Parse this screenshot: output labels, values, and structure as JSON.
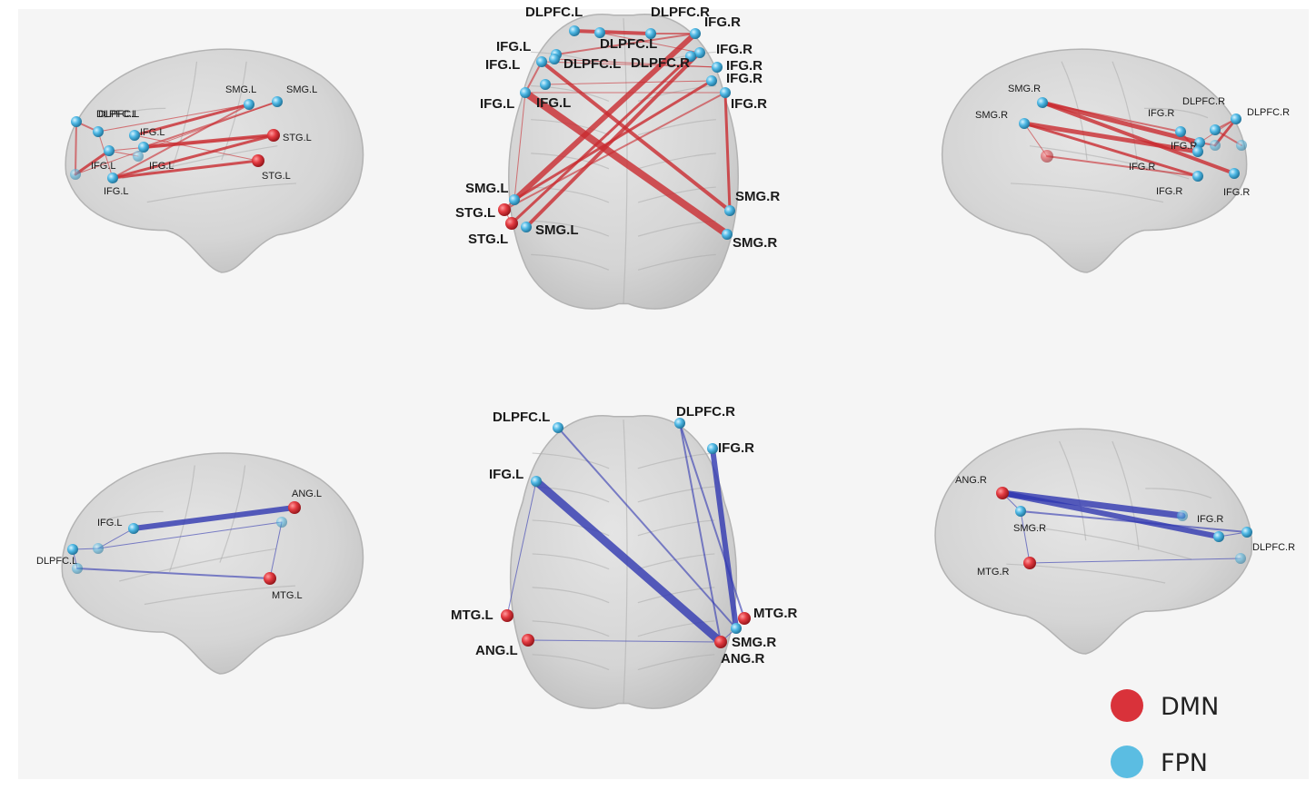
{
  "colors": {
    "dmn": "#d9323a",
    "fpn": "#5bbde2",
    "red_edge": "#c92a2f",
    "blue_edge": "#3037b0",
    "brain_fill": "#d0d0d0",
    "brain_stroke": "#b3b3b3",
    "background": "#f4f4f4"
  },
  "legend": [
    {
      "label": "DMN",
      "network": "dmn"
    },
    {
      "label": "FPN",
      "network": "fpn"
    }
  ],
  "panels": [
    {
      "id": "top-left",
      "view": "lateral-left",
      "edge_color": "red",
      "label_size": "s",
      "nodes": [
        {
          "id": "n1",
          "label": "DLPFC.L",
          "net": "fpn"
        },
        {
          "id": "n2",
          "label": "DLPFC.L",
          "net": "fpn"
        },
        {
          "id": "n3",
          "label": "IFG.L",
          "net": "fpn"
        },
        {
          "id": "n4",
          "label": "IFG.L",
          "net": "fpn"
        },
        {
          "id": "n5",
          "label": "IFG.L",
          "net": "fpn"
        },
        {
          "id": "n6",
          "label": "IFG.L",
          "net": "fpn"
        },
        {
          "id": "n7",
          "label": "SMG.L",
          "net": "fpn"
        },
        {
          "id": "n8",
          "label": "SMG.L",
          "net": "fpn"
        },
        {
          "id": "n9",
          "label": "STG.L",
          "net": "dmn"
        },
        {
          "id": "n10",
          "label": "STG.L",
          "net": "dmn"
        },
        {
          "id": "n11",
          "label": "",
          "net": "fpn"
        },
        {
          "id": "n12",
          "label": "",
          "net": "fpn"
        }
      ],
      "edges": [
        {
          "a": "n5",
          "b": "n9",
          "w": 4
        },
        {
          "a": "n6",
          "b": "n9",
          "w": 3
        },
        {
          "a": "n5",
          "b": "n8",
          "w": 2
        },
        {
          "a": "n4",
          "b": "n7",
          "w": 3
        },
        {
          "a": "n6",
          "b": "n10",
          "w": 3
        },
        {
          "a": "n3",
          "b": "n9",
          "w": 1
        },
        {
          "a": "n11",
          "b": "n8",
          "w": 1
        },
        {
          "a": "n2",
          "b": "n7",
          "w": 1
        },
        {
          "a": "n4",
          "b": "n10",
          "w": 1
        },
        {
          "a": "n3",
          "b": "n12",
          "w": 1
        },
        {
          "a": "n1",
          "b": "n2",
          "w": 2
        },
        {
          "a": "n1",
          "b": "n11",
          "w": 2
        },
        {
          "a": "n11",
          "b": "n3",
          "w": 3
        },
        {
          "a": "n2",
          "b": "n6",
          "w": 1
        },
        {
          "a": "n6",
          "b": "n7",
          "w": 2
        }
      ]
    },
    {
      "id": "top-center",
      "view": "dorsal",
      "edge_color": "red",
      "label_size": "m",
      "nodes": [
        {
          "id": "a1",
          "label": "DLPFC.L",
          "net": "fpn"
        },
        {
          "id": "a2",
          "label": "DLPFC.R",
          "net": "fpn"
        },
        {
          "id": "a3",
          "label": "IFG.R",
          "net": "fpn"
        },
        {
          "id": "a4",
          "label": "DLPFC.L",
          "net": "fpn"
        },
        {
          "id": "a5",
          "label": "IFG.L",
          "net": "fpn"
        },
        {
          "id": "a6",
          "label": "IFG.R",
          "net": "fpn"
        },
        {
          "id": "a7",
          "label": "IFG.L",
          "net": "fpn"
        },
        {
          "id": "a8",
          "label": "DLPFC.L",
          "net": "fpn"
        },
        {
          "id": "a9",
          "label": "DLPFC.R",
          "net": "fpn"
        },
        {
          "id": "a10",
          "label": "IFG.R",
          "net": "fpn"
        },
        {
          "id": "a11",
          "label": "IFG.R",
          "net": "fpn"
        },
        {
          "id": "a12",
          "label": "IFG.L",
          "net": "fpn"
        },
        {
          "id": "a13",
          "label": "IFG.L",
          "net": "fpn"
        },
        {
          "id": "a14",
          "label": "IFG.R",
          "net": "fpn"
        },
        {
          "id": "a15",
          "label": "SMG.L",
          "net": "fpn"
        },
        {
          "id": "a16",
          "label": "STG.L",
          "net": "dmn"
        },
        {
          "id": "a17",
          "label": "STG.L",
          "net": "dmn"
        },
        {
          "id": "a18",
          "label": "SMG.L",
          "net": "fpn"
        },
        {
          "id": "a19",
          "label": "SMG.R",
          "net": "fpn"
        },
        {
          "id": "a20",
          "label": "SMG.R",
          "net": "fpn"
        }
      ],
      "edges": [
        {
          "a": "a12",
          "b": "a20",
          "w": 8
        },
        {
          "a": "a7",
          "b": "a19",
          "w": 4
        },
        {
          "a": "a3",
          "b": "a15",
          "w": 6
        },
        {
          "a": "a6",
          "b": "a18",
          "w": 4
        },
        {
          "a": "a9",
          "b": "a17",
          "w": 3
        },
        {
          "a": "a11",
          "b": "a15",
          "w": 3
        },
        {
          "a": "a14",
          "b": "a16",
          "w": 2
        },
        {
          "a": "a1",
          "b": "a2",
          "w": 4
        },
        {
          "a": "a2",
          "b": "a3",
          "w": 2
        },
        {
          "a": "a5",
          "b": "a3",
          "w": 2
        },
        {
          "a": "a12",
          "b": "a14",
          "w": 1
        },
        {
          "a": "a7",
          "b": "a10",
          "w": 1
        },
        {
          "a": "a7",
          "b": "a12",
          "w": 2
        },
        {
          "a": "a14",
          "b": "a19",
          "w": 3
        },
        {
          "a": "a15",
          "b": "a16",
          "w": 2
        },
        {
          "a": "a16",
          "b": "a17",
          "w": 1
        },
        {
          "a": "a12",
          "b": "a15",
          "w": 1
        },
        {
          "a": "a4",
          "b": "a6",
          "w": 1
        },
        {
          "a": "a8",
          "b": "a10",
          "w": 1
        },
        {
          "a": "a13",
          "b": "a11",
          "w": 1
        }
      ]
    },
    {
      "id": "top-right",
      "view": "lateral-right",
      "edge_color": "red",
      "label_size": "s",
      "nodes": [
        {
          "id": "b1",
          "label": "SMG.R",
          "net": "fpn"
        },
        {
          "id": "b2",
          "label": "SMG.R",
          "net": "fpn"
        },
        {
          "id": "b3",
          "label": "DLPFC.R",
          "net": "fpn"
        },
        {
          "id": "b4",
          "label": "DLPFC.R",
          "net": "fpn"
        },
        {
          "id": "b5",
          "label": "IFG.R",
          "net": "fpn"
        },
        {
          "id": "b6",
          "label": "IFG.R",
          "net": "fpn"
        },
        {
          "id": "b7",
          "label": "IFG.R",
          "net": "fpn"
        },
        {
          "id": "b8",
          "label": "IFG.R",
          "net": "fpn"
        },
        {
          "id": "b9",
          "label": "IFG.R",
          "net": "fpn"
        },
        {
          "id": "b10",
          "label": "",
          "net": "fpn"
        },
        {
          "id": "b11",
          "label": "",
          "net": "dmn"
        },
        {
          "id": "b12",
          "label": "",
          "net": "fpn"
        }
      ],
      "edges": [
        {
          "a": "b1",
          "b": "b6",
          "w": 5
        },
        {
          "a": "b2",
          "b": "b7",
          "w": 5
        },
        {
          "a": "b1",
          "b": "b9",
          "w": 4
        },
        {
          "a": "b2",
          "b": "b8",
          "w": 3
        },
        {
          "a": "b1",
          "b": "b5",
          "w": 2
        },
        {
          "a": "b11",
          "b": "b8",
          "w": 2
        },
        {
          "a": "b3",
          "b": "b4",
          "w": 2
        },
        {
          "a": "b4",
          "b": "b10",
          "w": 2
        },
        {
          "a": "b3",
          "b": "b12",
          "w": 3
        },
        {
          "a": "b12",
          "b": "b6",
          "w": 2
        },
        {
          "a": "b3",
          "b": "b6",
          "w": 1
        },
        {
          "a": "b5",
          "b": "b7",
          "w": 2
        },
        {
          "a": "b2",
          "b": "b11",
          "w": 1
        }
      ]
    },
    {
      "id": "bottom-left",
      "view": "lateral-left",
      "edge_color": "blue",
      "label_size": "s",
      "nodes": [
        {
          "id": "c1",
          "label": "IFG.L",
          "net": "fpn"
        },
        {
          "id": "c2",
          "label": "DLPFC.L",
          "net": "fpn"
        },
        {
          "id": "c3",
          "label": "",
          "net": "fpn"
        },
        {
          "id": "c4",
          "label": "",
          "net": "fpn"
        },
        {
          "id": "c5",
          "label": "ANG.L",
          "net": "dmn"
        },
        {
          "id": "c6",
          "label": "",
          "net": "fpn"
        },
        {
          "id": "c7",
          "label": "MTG.L",
          "net": "dmn"
        }
      ],
      "edges": [
        {
          "a": "c1",
          "b": "c5",
          "w": 6
        },
        {
          "a": "c3",
          "b": "c6",
          "w": 1
        },
        {
          "a": "c4",
          "b": "c7",
          "w": 2
        },
        {
          "a": "c2",
          "b": "c3",
          "w": 1
        },
        {
          "a": "c2",
          "b": "c4",
          "w": 1
        },
        {
          "a": "c6",
          "b": "c7",
          "w": 1
        },
        {
          "a": "c1",
          "b": "c3",
          "w": 1
        }
      ]
    },
    {
      "id": "bottom-center",
      "view": "dorsal",
      "edge_color": "blue",
      "label_size": "m",
      "nodes": [
        {
          "id": "d1",
          "label": "DLPFC.L",
          "net": "fpn"
        },
        {
          "id": "d2",
          "label": "DLPFC.R",
          "net": "fpn"
        },
        {
          "id": "d3",
          "label": "IFG.R",
          "net": "fpn"
        },
        {
          "id": "d4",
          "label": "IFG.L",
          "net": "fpn"
        },
        {
          "id": "d5",
          "label": "MTG.R",
          "net": "dmn"
        },
        {
          "id": "d6",
          "label": "MTG.L",
          "net": "dmn"
        },
        {
          "id": "d7",
          "label": "SMG.R",
          "net": "fpn"
        },
        {
          "id": "d8",
          "label": "ANG.L",
          "net": "dmn"
        },
        {
          "id": "d9",
          "label": "ANG.R",
          "net": "dmn"
        }
      ],
      "edges": [
        {
          "a": "d4",
          "b": "d9",
          "w": 9
        },
        {
          "a": "d3",
          "b": "d7",
          "w": 6
        },
        {
          "a": "d2",
          "b": "d9",
          "w": 2
        },
        {
          "a": "d2",
          "b": "d5",
          "w": 2
        },
        {
          "a": "d1",
          "b": "d7",
          "w": 2
        },
        {
          "a": "d4",
          "b": "d6",
          "w": 1
        },
        {
          "a": "d8",
          "b": "d9",
          "w": 1
        },
        {
          "a": "d7",
          "b": "d9",
          "w": 1
        }
      ]
    },
    {
      "id": "bottom-right",
      "view": "lateral-right",
      "edge_color": "blue",
      "label_size": "s",
      "nodes": [
        {
          "id": "e1",
          "label": "ANG.R",
          "net": "dmn"
        },
        {
          "id": "e2",
          "label": "SMG.R",
          "net": "fpn"
        },
        {
          "id": "e3",
          "label": "IFG.R",
          "net": "fpn"
        },
        {
          "id": "e4",
          "label": "DLPFC.R",
          "net": "fpn"
        },
        {
          "id": "e5",
          "label": "",
          "net": "fpn"
        },
        {
          "id": "e6",
          "label": "",
          "net": "fpn"
        },
        {
          "id": "e7",
          "label": "MTG.R",
          "net": "dmn"
        }
      ],
      "edges": [
        {
          "a": "e1",
          "b": "e5",
          "w": 7
        },
        {
          "a": "e1",
          "b": "e3",
          "w": 6
        },
        {
          "a": "e2",
          "b": "e4",
          "w": 2
        },
        {
          "a": "e7",
          "b": "e6",
          "w": 1
        },
        {
          "a": "e2",
          "b": "e7",
          "w": 1
        },
        {
          "a": "e1",
          "b": "e2",
          "w": 1
        },
        {
          "a": "e3",
          "b": "e4",
          "w": 1
        }
      ]
    }
  ]
}
